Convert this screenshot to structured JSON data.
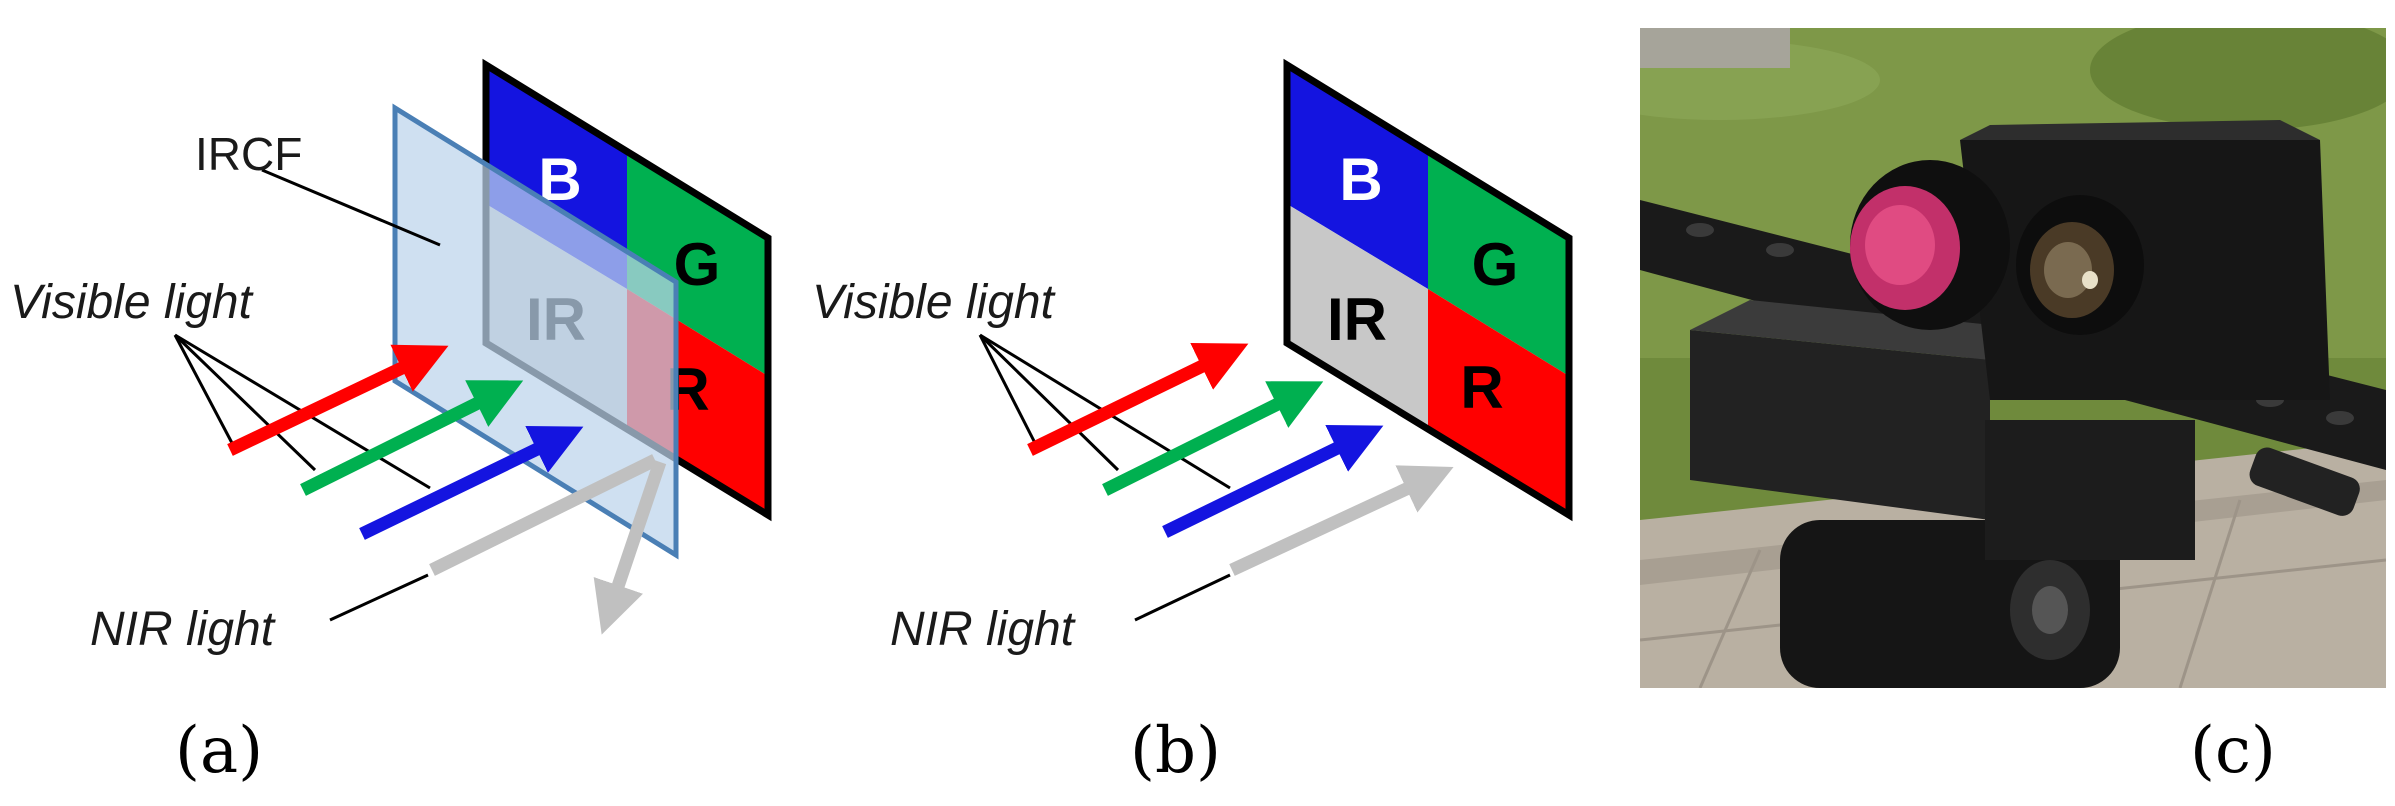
{
  "panel_a": {
    "ircf_label": "IRCF",
    "visible_label": "Visible light",
    "nir_label": "NIR light",
    "cells": {
      "B": "B",
      "G": "G",
      "IR": "IR",
      "R": "R"
    },
    "caption": "(a)"
  },
  "panel_b": {
    "visible_label": "Visible light",
    "nir_label": "NIR light",
    "cells": {
      "B": "B",
      "G": "G",
      "IR": "IR",
      "R": "R"
    },
    "caption": "(b)"
  },
  "panel_c": {
    "caption": "(c)"
  },
  "colors": {
    "blue": "#1414e0",
    "green": "#00b050",
    "red": "#ff0000",
    "ir_gray": "#c8c8c8",
    "arrow_gray": "#c0c0c0",
    "filter_fill": "#bcd4ec",
    "filter_edge": "#4a7fb5"
  }
}
